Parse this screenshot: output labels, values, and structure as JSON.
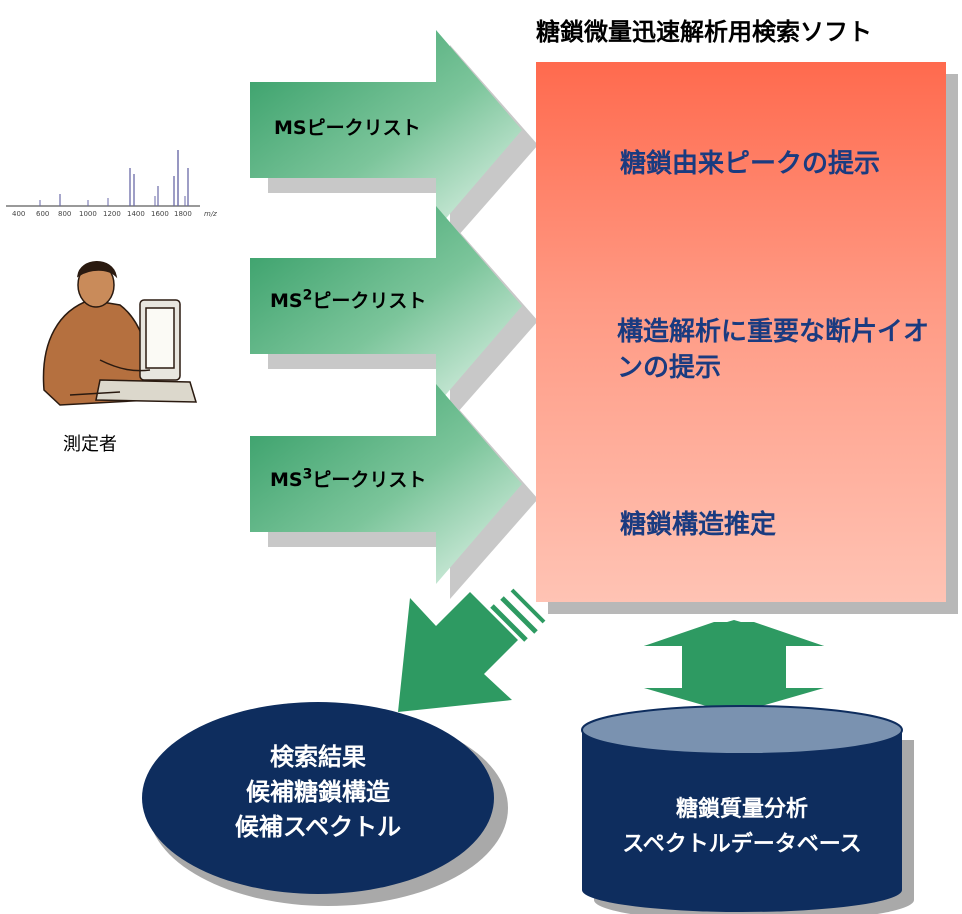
{
  "title": "糖鎖微量迅速解析用検索ソフト",
  "inputs": [
    {
      "label_prefix": "MS",
      "sup": "",
      "label_suffix": "ピークリスト"
    },
    {
      "label_prefix": "MS",
      "sup": "2",
      "label_suffix": "ピークリスト"
    },
    {
      "label_prefix": "MS",
      "sup": "3",
      "label_suffix": "ピークリスト"
    }
  ],
  "steps": [
    {
      "text": "糖鎖由来ピークの提示"
    },
    {
      "text": "構造解析に重要な断片イオンの提示"
    },
    {
      "text": "糖鎖構造推定"
    }
  ],
  "operator_label": "測定者",
  "spectrum": {
    "x_ticks": [
      "400",
      "600",
      "800",
      "1000",
      "1200",
      "1400",
      "1600",
      "1800"
    ],
    "x_unit": "m/z"
  },
  "result": {
    "lines": [
      "検索結果",
      "候補糖鎖構造",
      "候補スペクトル"
    ]
  },
  "database": {
    "lines": [
      "糖鎖質量分析",
      "スペクトルデータベース"
    ]
  },
  "colors": {
    "arrow_green_dark": "#2e9a62",
    "arrow_green_light": "#d9f0e2",
    "box_top": "#ff6a4e",
    "box_bottom": "#ffc3b4",
    "step_text": "#1a3b80",
    "navy": "#0e2d5e",
    "db_top": "#7a92b0",
    "output_green": "#2e9a62"
  }
}
